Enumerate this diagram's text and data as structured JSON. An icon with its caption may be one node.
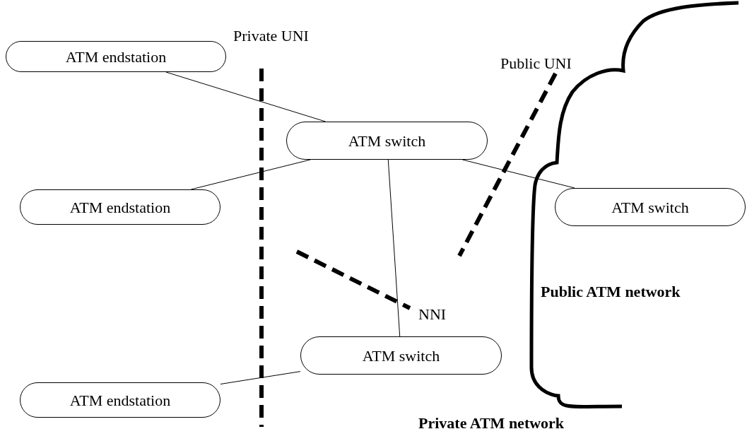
{
  "diagram": {
    "nodes": [
      {
        "text": [
          "ATM endstation"
        ]
      },
      {
        "text": [
          "ATM switch"
        ]
      },
      {
        "text": [
          "ATM endstation"
        ]
      },
      {
        "text": [
          "ATM switch"
        ]
      },
      {
        "text": [
          "ATM switch"
        ]
      },
      {
        "text": [
          "ATM endstation"
        ]
      }
    ],
    "edges": [
      {
        "from": 0,
        "to": 1,
        "arrow": "none"
      },
      {
        "from": 2,
        "to": 1,
        "arrow": "none"
      },
      {
        "from": 1,
        "to": 3,
        "arrow": "none"
      },
      {
        "from": 1,
        "to": 4,
        "arrow": "none"
      },
      {
        "from": 5,
        "to": 4,
        "arrow": "none"
      }
    ],
    "labels": [
      "Private UNI",
      "Public UNI",
      "NNI",
      "Public ATM network",
      "Private ATM network"
    ]
  }
}
